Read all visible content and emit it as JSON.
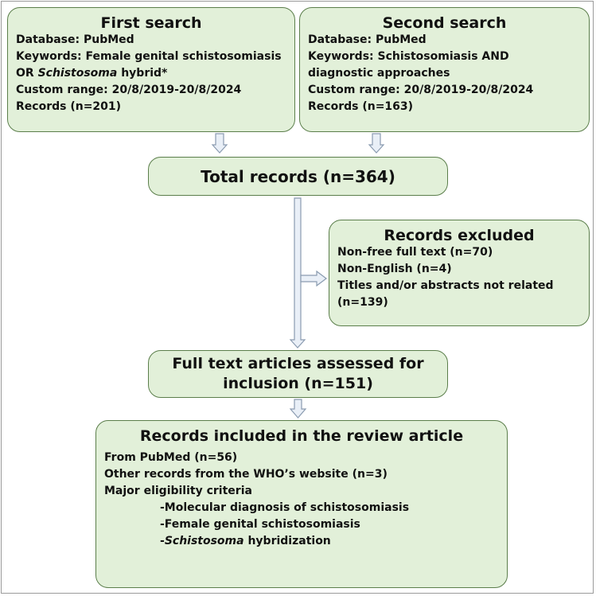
{
  "first_search": {
    "title": "First search",
    "database": "Database: PubMed",
    "keywords_1": "Keywords: Female genital schistosomiasis",
    "keywords_2_pre": "OR ",
    "keywords_2_italic": "Schistosoma",
    "keywords_2_post": " hybrid*",
    "range": "Custom range: 20/8/2019-20/8/2024",
    "records": "Records (n=201)"
  },
  "second_search": {
    "title": "Second search",
    "database": "Database: PubMed",
    "keywords_1": "Keywords: Schistosomiasis AND",
    "keywords_2": "diagnostic approaches",
    "range": "Custom range: 20/8/2019-20/8/2024",
    "records": "Records (n=163)"
  },
  "total": {
    "title": "Total records (n=364)"
  },
  "excluded": {
    "title": "Records excluded",
    "line_1": "Non-free full text (n=70)",
    "line_2": "Non-English (n=4)",
    "line_3": "Titles and/or abstracts not related",
    "line_4": "(n=139)"
  },
  "full_text": {
    "line_1": "Full text articles assessed for",
    "line_2": "inclusion (n=151)"
  },
  "included": {
    "title": "Records included in the review article",
    "line_1": "From PubMed (n=56)",
    "line_2": "Other records from the WHO’s website (n=3)",
    "line_3": "Major eligibility criteria",
    "criteria_1": "-Molecular diagnosis of schistosomiasis",
    "criteria_2": "-Female genital schistosomiasis",
    "criteria_3_pre": "-",
    "criteria_3_italic": "Schistosoma",
    "criteria_3_post": " hybridization"
  },
  "colors": {
    "box_fill": "#e2f0d9",
    "box_border": "#5b7e4b",
    "arrow_fill": "#e9eff7",
    "arrow_stroke": "#8a9bb0"
  }
}
